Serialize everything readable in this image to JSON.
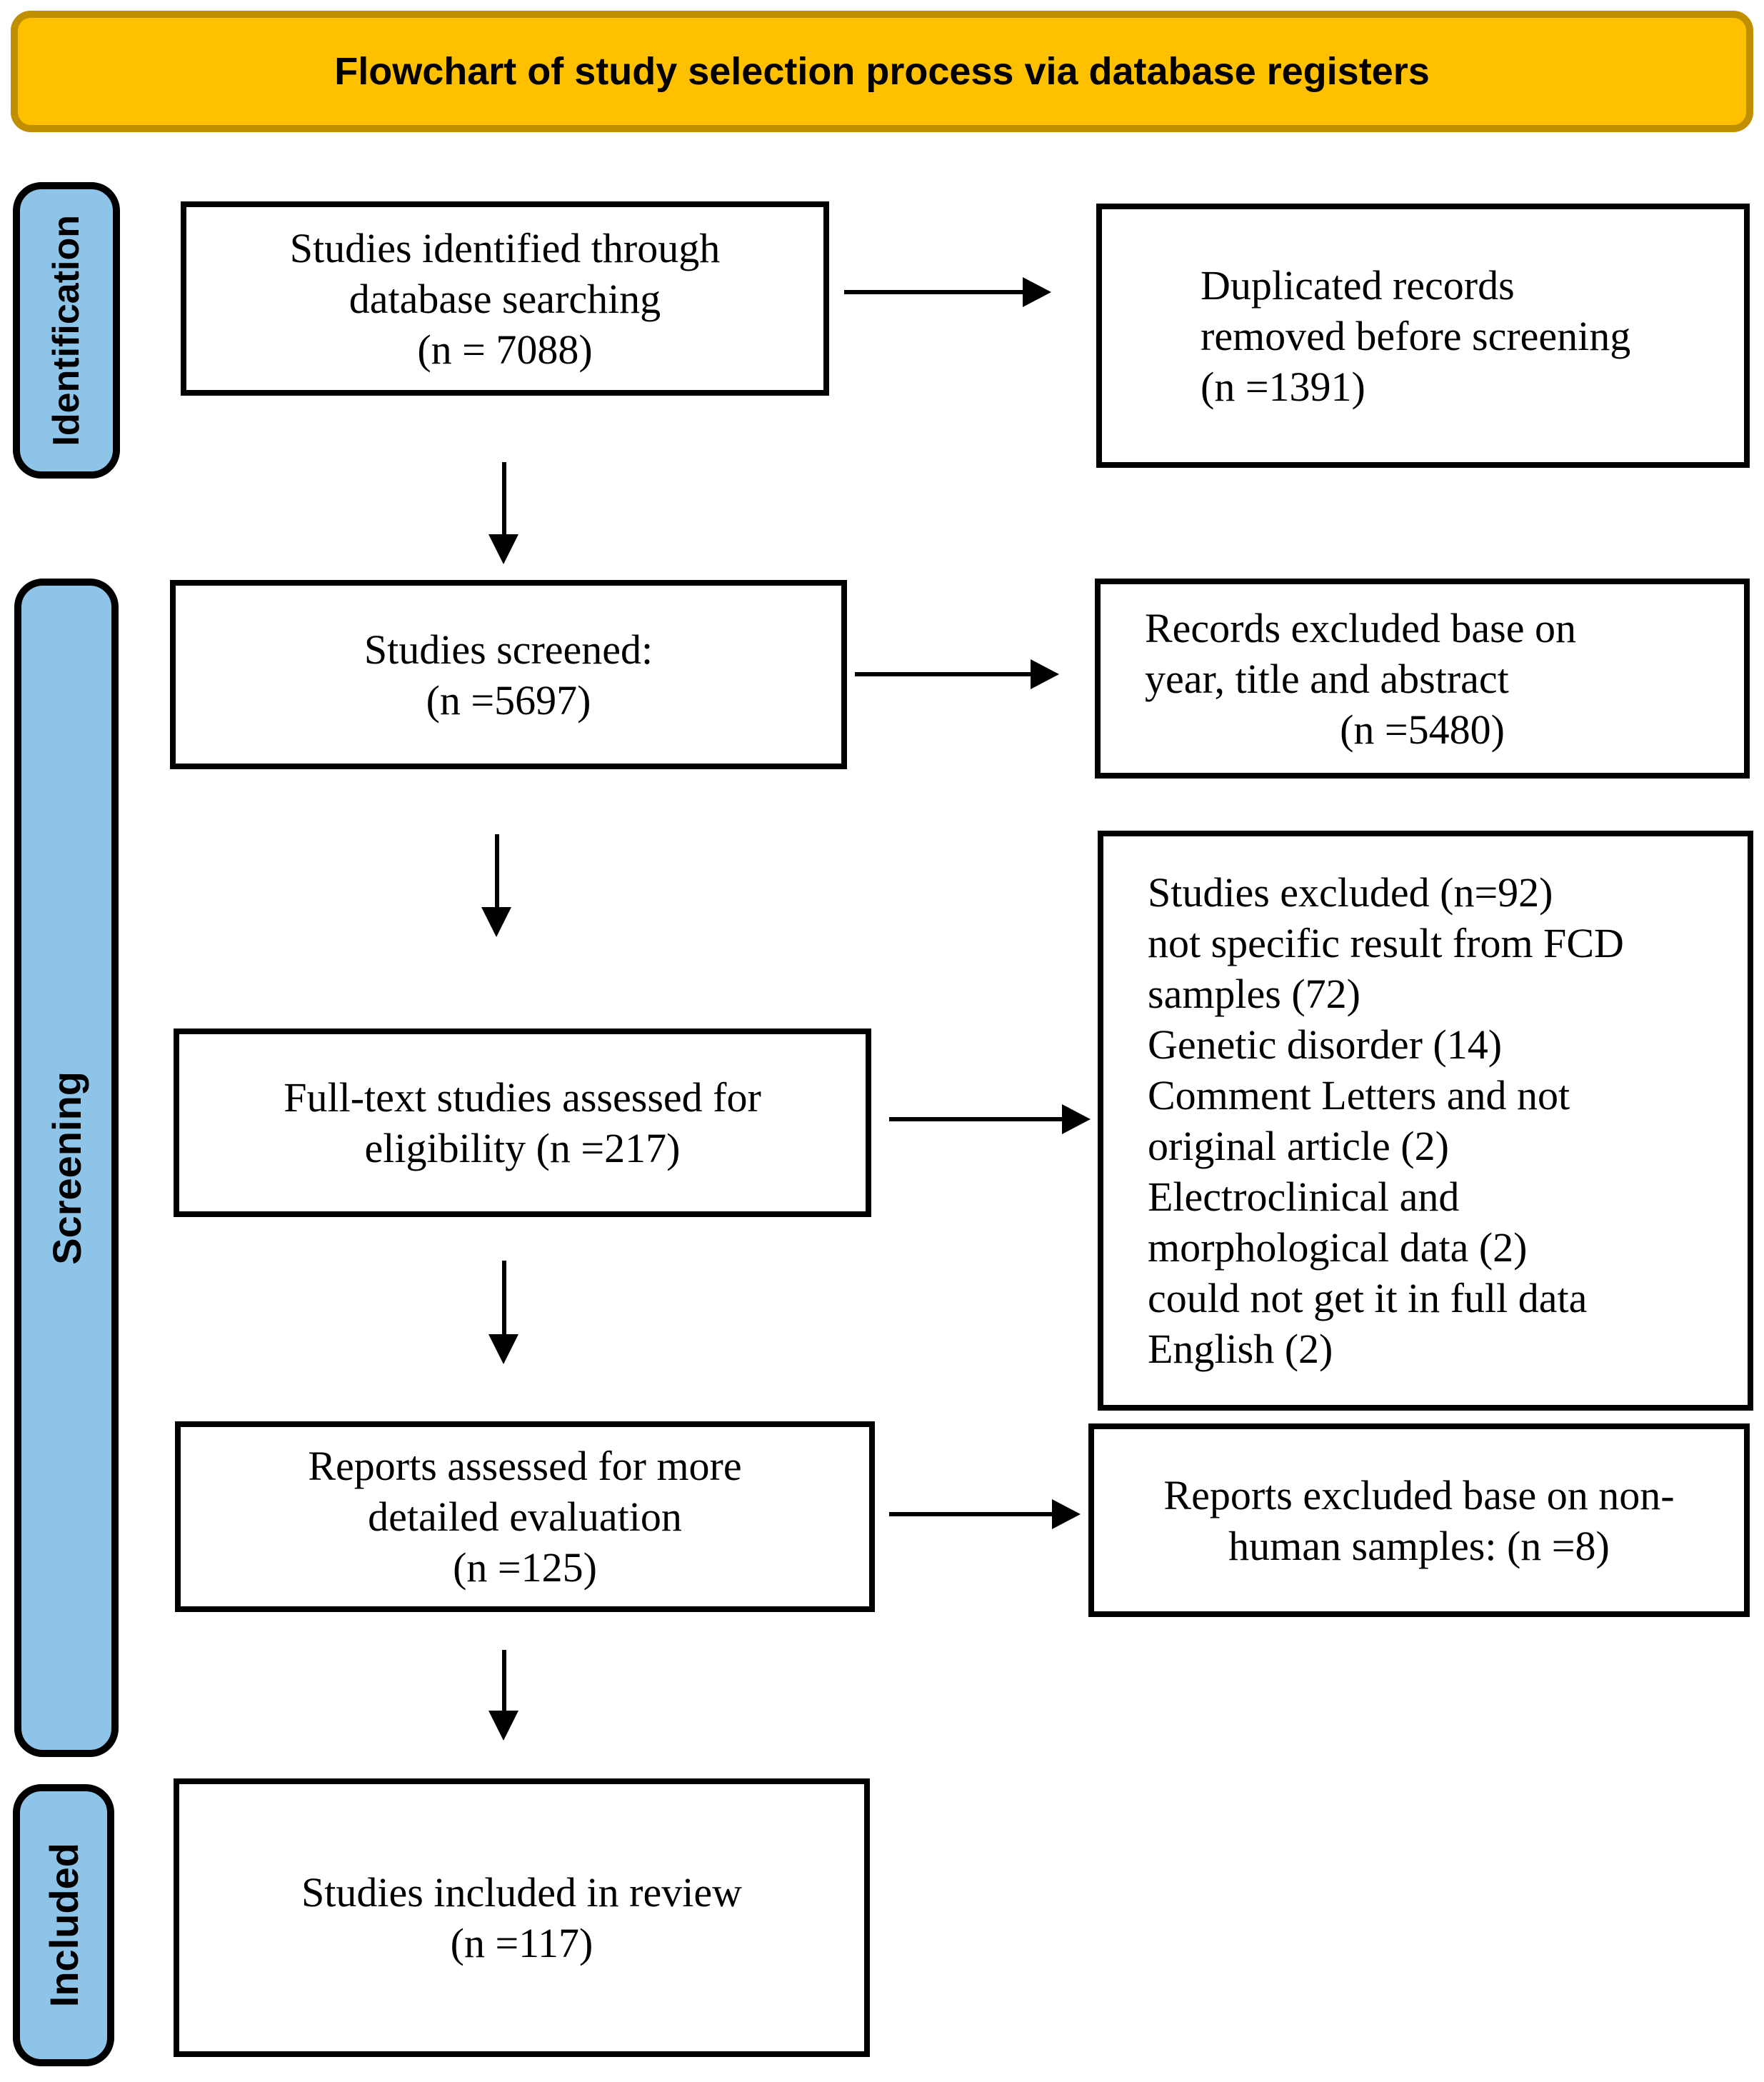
{
  "title": "Flowchart of study selection process via database registers",
  "colors": {
    "banner_fill": "#FFC000",
    "banner_border": "#BF8F00",
    "stage_fill": "#8EC4E8",
    "box_border": "#000000",
    "box_fill": "#FFFFFF"
  },
  "stages": {
    "identification": "Identification",
    "screening": "Screening",
    "included": "Included"
  },
  "boxes": {
    "identified": {
      "lines": [
        "Studies identified through",
        "database searching",
        "(n = 7088)"
      ]
    },
    "duplicates": {
      "lines": [
        "Duplicated records",
        "removed before screening",
        "(n =1391)"
      ]
    },
    "screened": {
      "lines": [
        "Studies screened:",
        "(n =5697)"
      ]
    },
    "records_excluded": {
      "lines": [
        "Records excluded base on",
        "year, title and abstract",
        "(n =5480)"
      ]
    },
    "studies_excluded": {
      "lines": [
        "Studies excluded (n=92)",
        "not specific result from FCD",
        "samples (72)",
        "Genetic disorder (14)",
        "Comment Letters and not",
        "original article (2)",
        "Electroclinical and",
        "morphological data (2)",
        "could not get it in full data",
        "English (2)"
      ]
    },
    "fulltext": {
      "lines": [
        "Full-text studies assessed for",
        "eligibility (n =217)"
      ]
    },
    "reports_assessed": {
      "lines": [
        "Reports assessed for more",
        "detailed evaluation",
        "(n =125)"
      ]
    },
    "reports_excluded": {
      "lines": [
        "Reports excluded base on non-",
        "human samples: (n =8)"
      ]
    },
    "included_review": {
      "lines": [
        "Studies included in review",
        "(n =117)"
      ]
    }
  }
}
